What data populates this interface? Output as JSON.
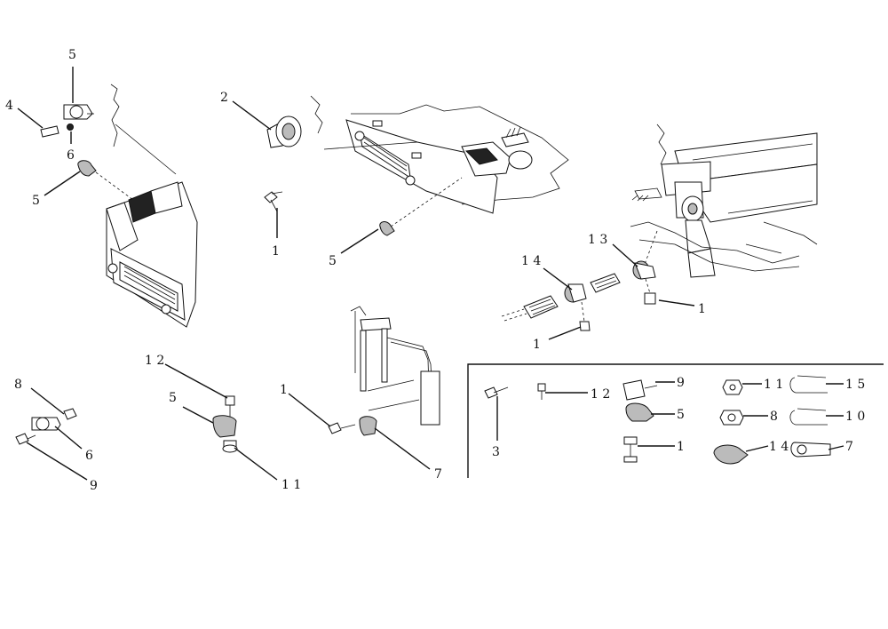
{
  "callouts": {
    "c1": "5",
    "c2": "4",
    "c3": "6",
    "c4": "5",
    "c5": "2",
    "c6": "1",
    "c7": "5",
    "c8": "1 3",
    "c9": "1 4",
    "c10": "1",
    "c11": "1",
    "c12": "1 2",
    "c13": "5",
    "c14": "1 1",
    "c15": "8",
    "c16": "6",
    "c17": "9",
    "c18": "1",
    "c19": "7",
    "k1": "3",
    "k2": "1 2",
    "k3": "9",
    "k4": "5",
    "k5": "1",
    "k6": "1 1",
    "k7": "8",
    "k8": "1 4",
    "k9": "1 5",
    "k10": "1 0",
    "k11": "7"
  }
}
